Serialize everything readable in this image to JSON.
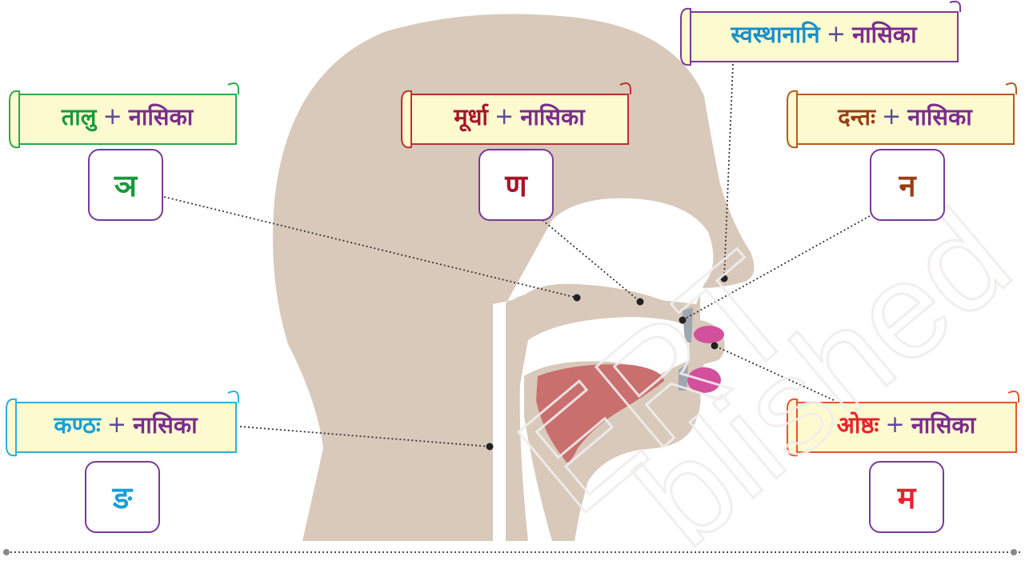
{
  "plus": "+",
  "nasika": "नासिका",
  "labels": {
    "talu": {
      "place": "तालु",
      "letter": "ञ",
      "color": "#1a9a3c",
      "border": "#2ea84a"
    },
    "murdha": {
      "place": "मूर्धा",
      "letter": "ण",
      "color": "#a5162a",
      "border": "#b8312f"
    },
    "svasthanani": {
      "place": "स्वस्थानानि",
      "letter": "",
      "color": "#1a8fc9",
      "border": "#7a3a97"
    },
    "danta": {
      "place": "दन्तः",
      "letter": "न",
      "color": "#9a3e12",
      "border": "#b55a1f"
    },
    "kantha": {
      "place": "कण्ठः",
      "letter": "ङ",
      "color": "#1aa0d8",
      "border": "#2ab0e0"
    },
    "oshtha": {
      "place": "ओष्ठः",
      "letter": "म",
      "color": "#e4242c",
      "border": "#e8542c"
    }
  },
  "watermark": {
    "line1": "ERT",
    "line2": "blished"
  }
}
